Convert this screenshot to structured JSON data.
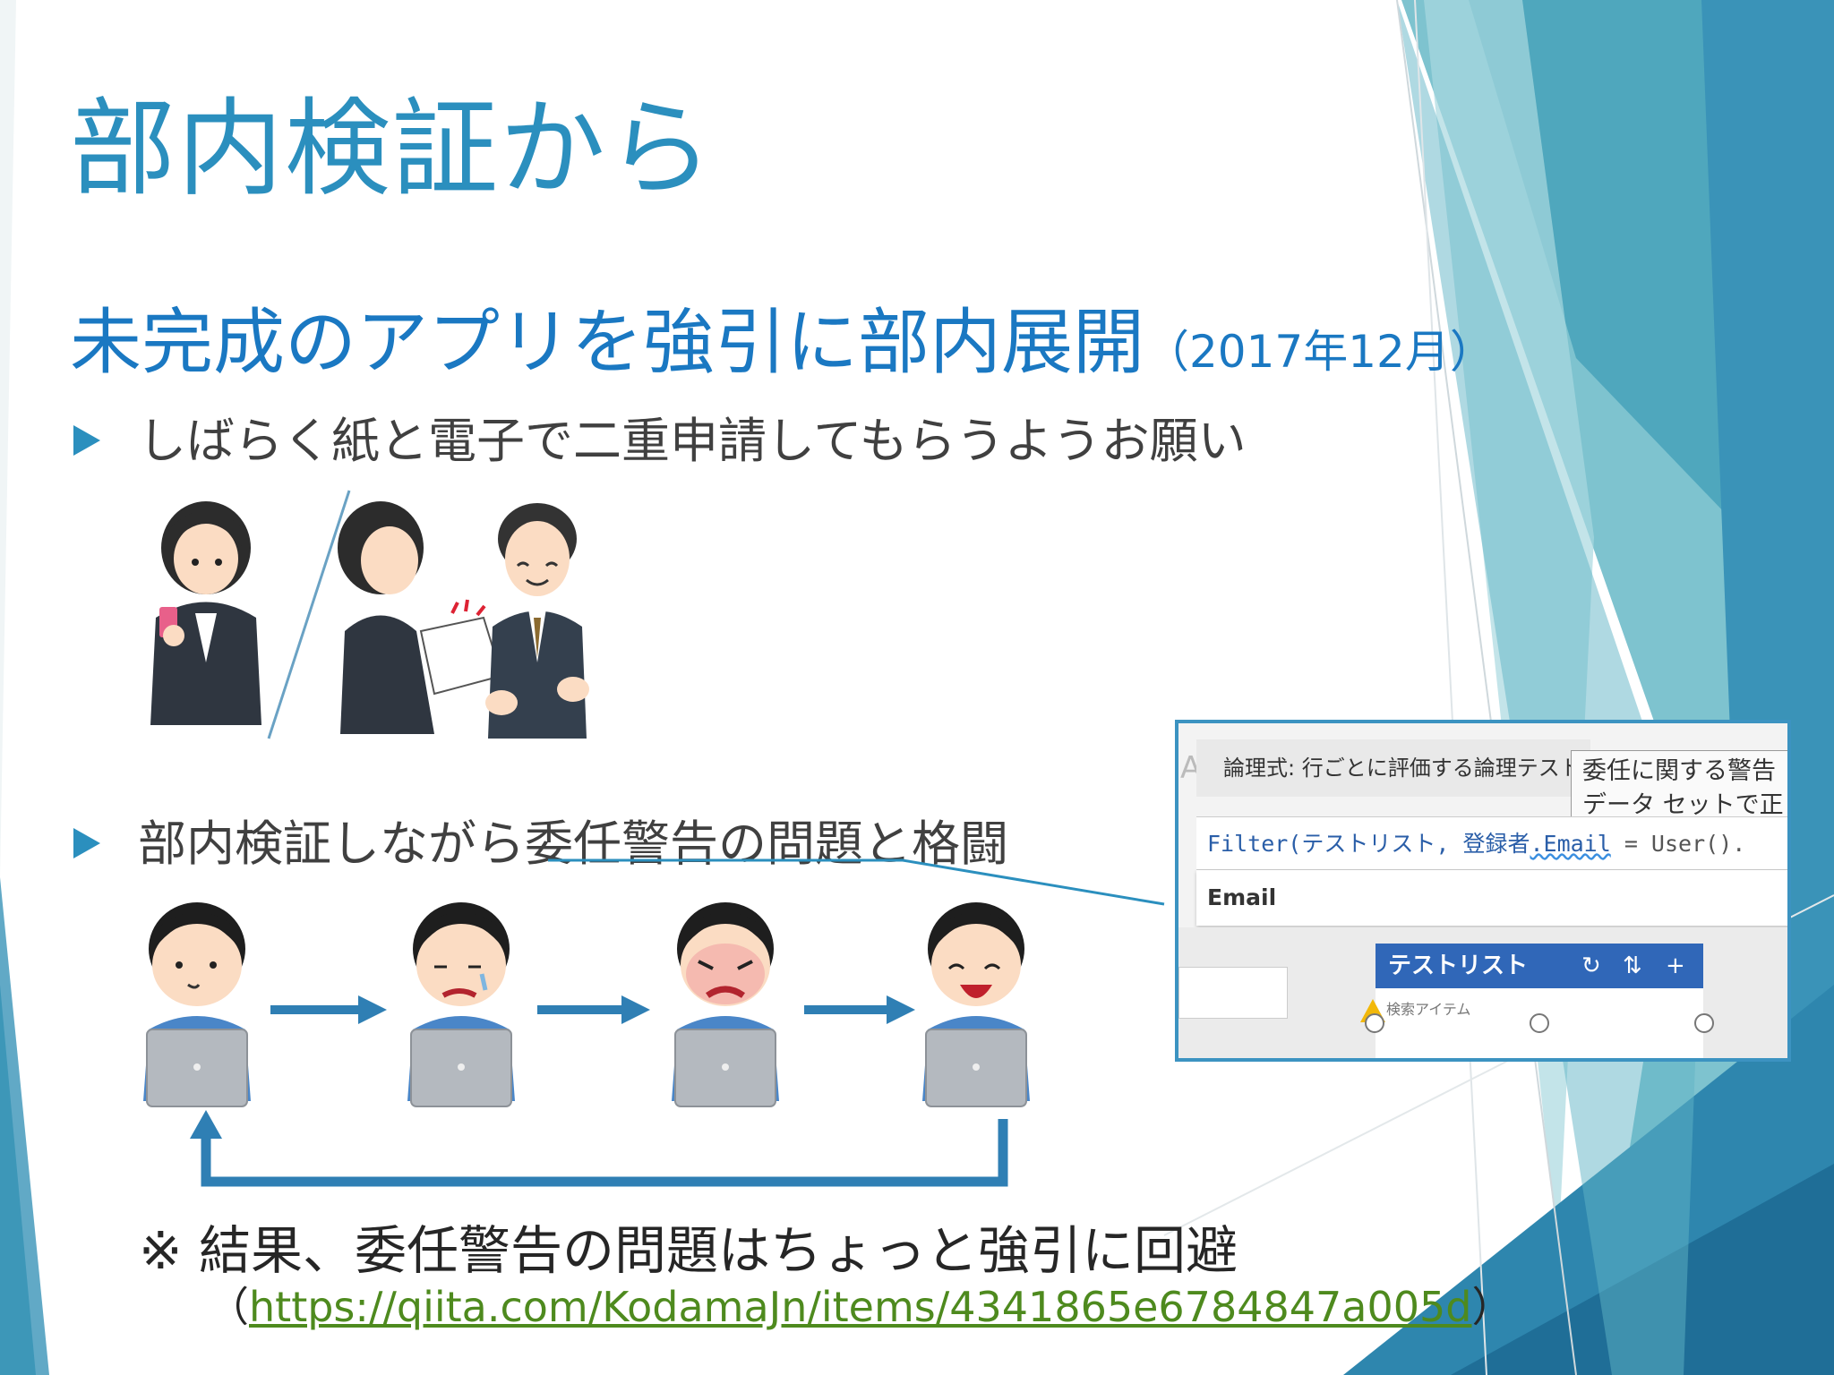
{
  "slide": {
    "title": "部内検証から",
    "subtitle": "未完成のアプリを強引に部内展開",
    "subtitle_date": "（2017年12月）",
    "bullets": [
      "しばらく紙と電子で二重申請してもらうようお願い",
      "部内検証しながら委任警告の問題と格闘"
    ],
    "note": "※ 結果、委任警告の問題はちょっと強引に回避",
    "link_open": "（",
    "link_text": "https://qiita.com/KodamaJn/items/4341865e6784847a005d",
    "link_close": "）"
  },
  "screenshot": {
    "tooltip": "論理式: 行ごとに評価する論理テスト",
    "warning_line1": "委任に関する警告",
    "warning_line2": "データ セットで正",
    "formula_prefix": "Filter(テストリスト, 登録者",
    "formula_field": ".Email",
    "formula_suffix": " = User().",
    "suggestion": "Email",
    "panel_title": "テストリスト",
    "panel_search": "検索アイテム",
    "refresh_icon": "↻",
    "sort_icon": "⇅",
    "add_icon": "+"
  },
  "colors": {
    "accent": "#2b8fbe",
    "subtitle": "#1a78c2",
    "link": "#4e8a1e",
    "panel_header": "#3067b8"
  },
  "icons": {
    "bullet": "triangle-bullet-icon",
    "arrow": "right-arrow-icon",
    "loop": "loop-back-arrow-icon"
  }
}
